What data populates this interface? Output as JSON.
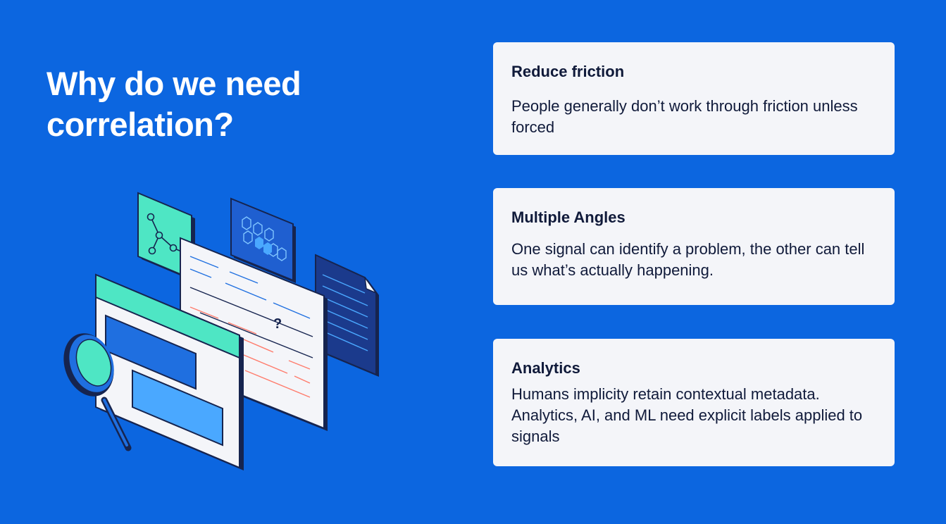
{
  "slide": {
    "title": "Why do we need correlation?"
  },
  "cards": [
    {
      "heading": "Reduce friction",
      "body": "People generally don’t work through friction unless forced"
    },
    {
      "heading": "Multiple Angles",
      "body": "One signal can identify a problem, the other can tell us what’s actually happening."
    },
    {
      "heading": "Analytics",
      "body": "Humans implicity retain contextual metadata. Analytics, AI, and ML need explicit labels applied to signals"
    }
  ],
  "illustration": {
    "question_mark": "?",
    "icons": [
      "magnifying-glass-icon",
      "network-graph-icon",
      "hexagon-grid-icon",
      "document-icon"
    ],
    "colors": {
      "background": "#0c66e0",
      "mint": "#4ee6c4",
      "navy": "#16244f",
      "panel": "#f4f5f9",
      "blue_bar": "#1f6fe0",
      "light_blue_bar": "#4aa8ff",
      "coral": "#ff7b6b",
      "doc_blue": "#1b3a8c"
    }
  }
}
